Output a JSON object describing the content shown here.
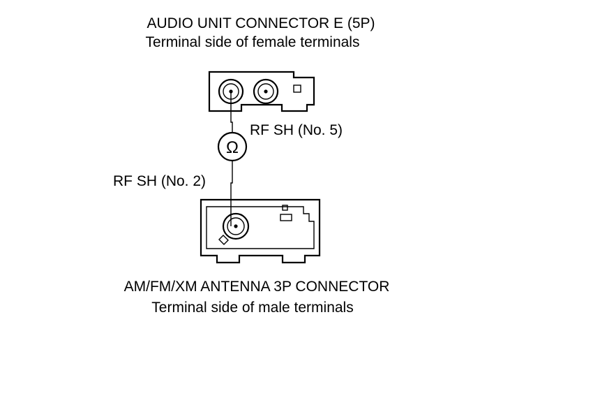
{
  "connector_e": {
    "title": "AUDIO UNIT CONNECTOR E (5P)",
    "subtitle": "Terminal side of female terminals"
  },
  "connector_antenna": {
    "title": "AM/FM/XM ANTENNA 3P CONNECTOR",
    "subtitle": "Terminal side of male terminals"
  },
  "probe_top": {
    "label": "RF SH (No. 5)"
  },
  "probe_bottom": {
    "label": "RF SH (No. 2)"
  },
  "ohmmeter": {
    "symbol": "Ω"
  }
}
